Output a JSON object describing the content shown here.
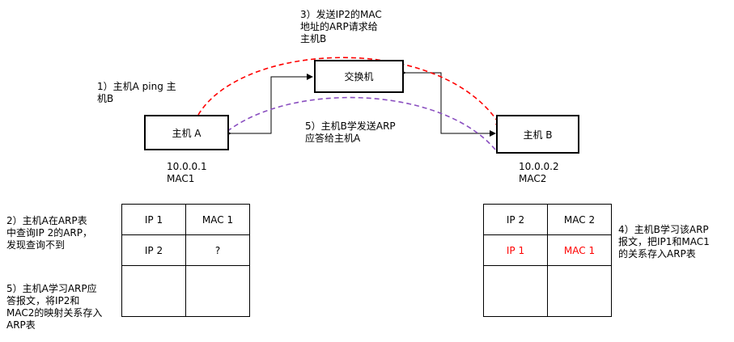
{
  "hosts": {
    "switch_label": "交换机",
    "host_a_label": "主机 A",
    "host_b_label": "主机 B"
  },
  "addresses": {
    "a_ip": "10.0.0.1",
    "a_mac": "MAC1",
    "b_ip": "10.0.0.2",
    "b_mac": "MAC2"
  },
  "steps": {
    "step1": [
      "1）主机A ping 主",
      "机B"
    ],
    "step2": [
      "2）主机A在ARP表",
      "中查询IP 2的ARP，",
      "发现查询不到"
    ],
    "step3": [
      "3）发送IP2的MAC",
      "地址的ARP请求给",
      "主机B"
    ],
    "step4": [
      "4）主机B学习该ARP",
      "报文，把IP1和MAC1",
      "的关系存入ARP表"
    ],
    "step5_reply": [
      "5）主机B学发送ARP",
      "应答给主机A"
    ],
    "step5_learn": [
      "5）主机A学习ARP应",
      "答报文，将IP2和",
      "MAC2的映射关系存入",
      "ARP表"
    ]
  },
  "table_a": {
    "rows": [
      [
        "IP 1",
        "MAC 1"
      ],
      [
        "IP 2",
        "?"
      ],
      [
        "",
        ""
      ]
    ]
  },
  "table_b": {
    "rows": [
      [
        "IP 2",
        "MAC 2"
      ],
      [
        "IP 1",
        "MAC 1"
      ],
      [
        "",
        ""
      ]
    ]
  },
  "colors": {
    "request_arrow": "#ff0000",
    "reply_arrow": "#8a4fc0",
    "learned_entry": "#ff0000"
  }
}
